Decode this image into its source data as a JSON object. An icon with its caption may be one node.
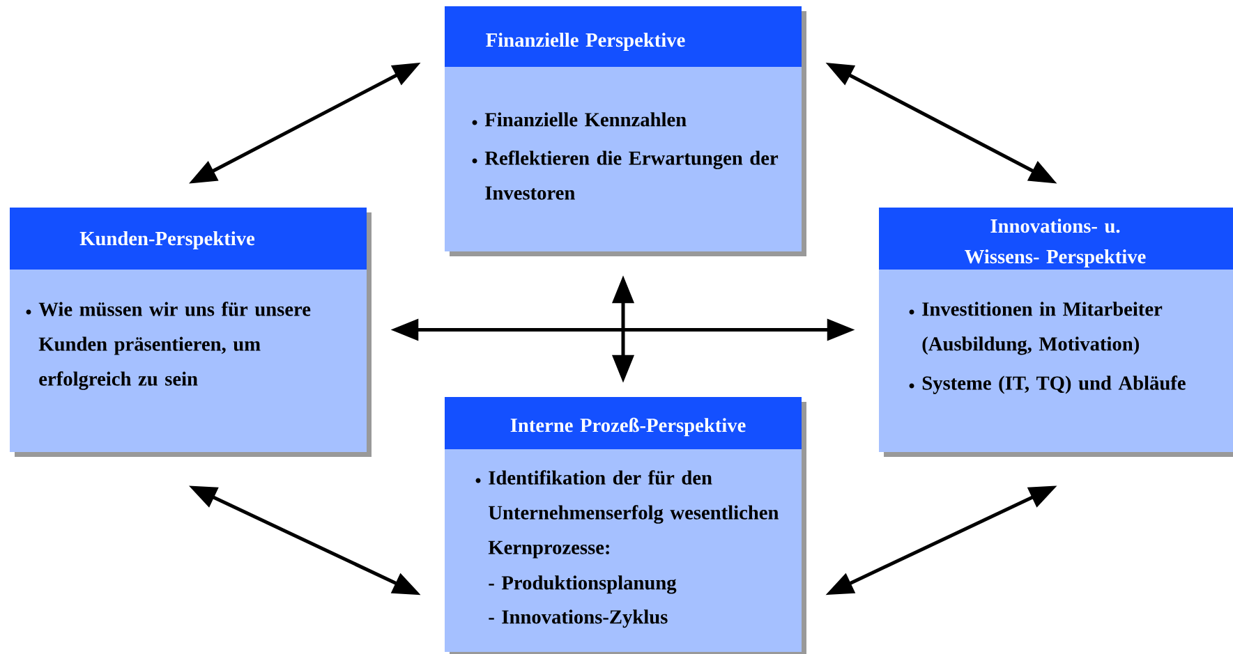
{
  "diagram": {
    "nodes": [
      {
        "text": [
          "Finanzielle Perspektive",
          "Finanzielle Kennzahlen",
          "Reflektieren die Erwartungen der Investoren"
        ]
      },
      {
        "text": [
          "Kunden-Perspektive",
          "Wie müssen wir uns für unsere Kunden präsentieren, um erfolgreich zu sein"
        ]
      },
      {
        "text": [
          "Innovations- u. Wissens- Perspektive",
          "Investitionen in Mitarbeiter (Ausbildung, Motivation)",
          "Systeme (IT, TQ) und Abläufe"
        ]
      },
      {
        "text": [
          "Interne Prozeß-Perspektive",
          "Identifikation der für den Unternehmenserfolg wesentlichen Kernprozesse:",
          "- Produktionsplanung",
          "- Innovations-Zyklus"
        ]
      }
    ],
    "edges": [
      {
        "from": 0,
        "to": 1,
        "arrow": "both"
      },
      {
        "from": 0,
        "to": 2,
        "arrow": "both"
      },
      {
        "from": 1,
        "to": 2,
        "arrow": "both"
      },
      {
        "from": 0,
        "to": 3,
        "arrow": "both"
      },
      {
        "from": 1,
        "to": 3,
        "arrow": "both"
      },
      {
        "from": 2,
        "to": 3,
        "arrow": "both"
      }
    ]
  }
}
